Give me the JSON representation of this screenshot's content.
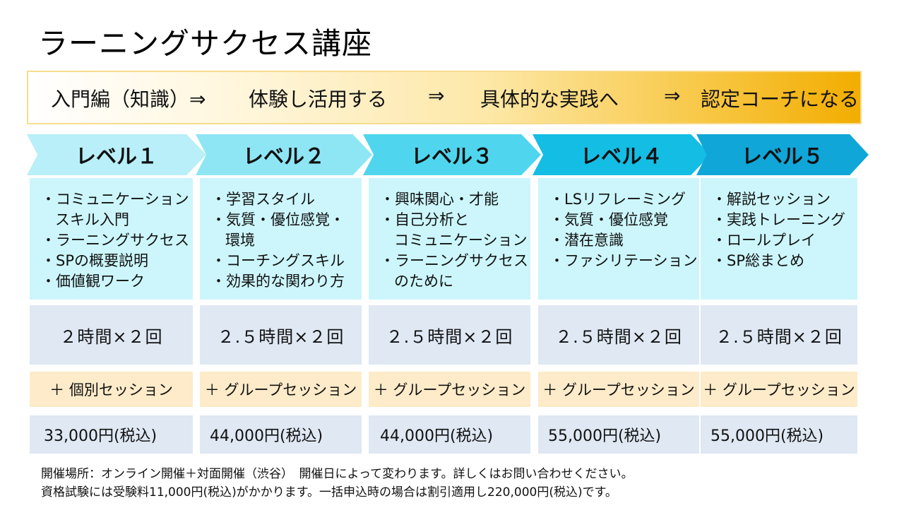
{
  "title": "ラーニングサクセス講座",
  "banner": {
    "step1": "入門編（知識）⇒",
    "step2": "体験し活用する",
    "arrow2": "⇒",
    "step3": "具体的な実践へ",
    "arrow3": "⇒",
    "step4": "認定コーチになる"
  },
  "levels": [
    {
      "label": "レベル１",
      "lines": [
        "・コミュニケーション",
        "スキル入門",
        "・ラーニングサクセス",
        "・SPの概要説明",
        "・価値観ワーク"
      ],
      "duration": "２時間×２回",
      "session": "＋ 個別セッション",
      "price": "33,000円(税込)"
    },
    {
      "label": "レベル２",
      "lines": [
        "・学習スタイル",
        "・気質・優位感覚・",
        "環境",
        "・コーチングスキル",
        "・効果的な関わり方"
      ],
      "duration": "２.５時間×２回",
      "session": "＋ グループセッション",
      "price": "44,000円(税込)"
    },
    {
      "label": "レベル３",
      "lines": [
        "・興味関心・才能",
        "・自己分析と",
        "コミュニケーション",
        "・ラーニングサクセス",
        "のために"
      ],
      "duration": "２.５時間×２回",
      "session": "＋ グループセッション",
      "price": "44,000円(税込)"
    },
    {
      "label": "レベル４",
      "lines": [
        "・LSリフレーミング",
        "・気質・優位感覚",
        "・潜在意識",
        "・ファシリテーション"
      ],
      "duration": "２.５時間×２回",
      "session": "＋ グループセッション",
      "price": "55,000円(税込)"
    },
    {
      "label": "レベル５",
      "lines": [
        "・解説セッション",
        "・実践トレーニング",
        "・ロールプレイ",
        "・SP総まとめ"
      ],
      "duration": "２.５時間×２回",
      "session": "＋ グループセッション",
      "price": "55,000円(税込)"
    }
  ],
  "footer": {
    "line1": "開催場所：オンライン開催＋対面開催（渋谷）　開催日によって変わります。詳しくはお問い合わせください。",
    "line2": "資格試験には受験料11,000円(税込)がかかります。一括申込時の場合は割引適用し220,000円(税込)です。"
  }
}
